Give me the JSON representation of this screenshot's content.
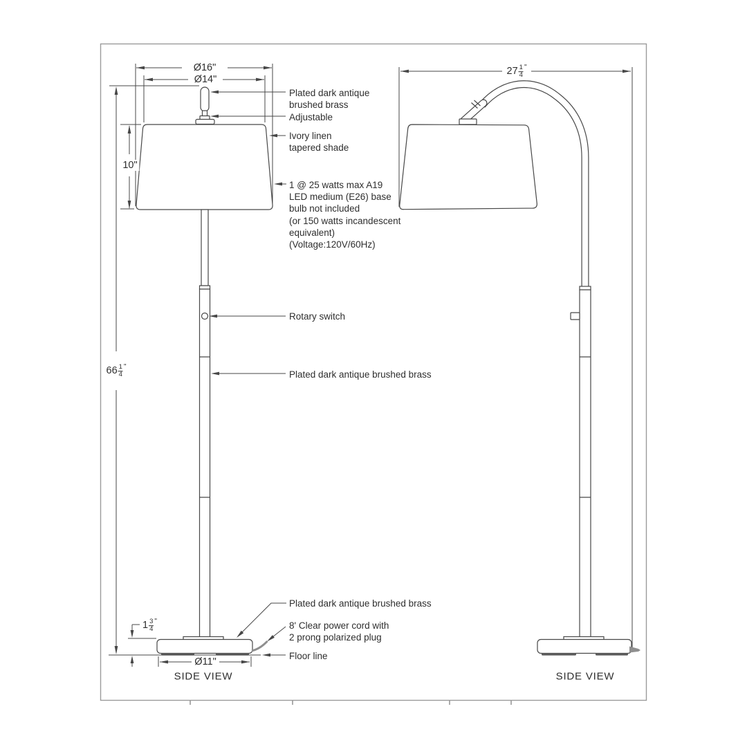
{
  "colors": {
    "line": "#474747",
    "text": "#2e2e2e",
    "frame": "#9b9b9b",
    "cord": "#8f8f8f"
  },
  "views": {
    "left_title": "SIDE VIEW",
    "right_title": "SIDE VIEW"
  },
  "dimensions": {
    "shade_bottom_diameter": "Ø16\"",
    "shade_top_diameter": "Ø14\"",
    "shade_height": "10\"",
    "base_diameter": "Ø11\"",
    "overall_height": {
      "whole": "66",
      "numerator": "1",
      "denominator": "4",
      "unit": "\""
    },
    "arm_reach": {
      "whole": "27",
      "numerator": "1",
      "denominator": "4",
      "unit": "\""
    },
    "base_height": {
      "whole": "1",
      "numerator": "3",
      "denominator": "4",
      "unit": "\""
    }
  },
  "labels": {
    "finial_material": [
      "Plated dark antique",
      "brushed brass"
    ],
    "adjustable": "Adjustable",
    "shade_material": [
      "Ivory linen",
      "tapered shade"
    ],
    "bulb_spec": [
      "1 @ 25 watts max A19",
      "LED medium (E26) base",
      "bulb not included",
      "(or 150 watts incandescent",
      "equivalent)",
      "(Voltage:120V/60Hz)"
    ],
    "rotary_switch": "Rotary switch",
    "pole_material": "Plated dark antique brushed brass",
    "base_material": "Plated dark antique brushed brass",
    "power_cord": [
      "8' Clear power cord with",
      "2 prong polarized plug"
    ],
    "floor_line": "Floor line"
  }
}
